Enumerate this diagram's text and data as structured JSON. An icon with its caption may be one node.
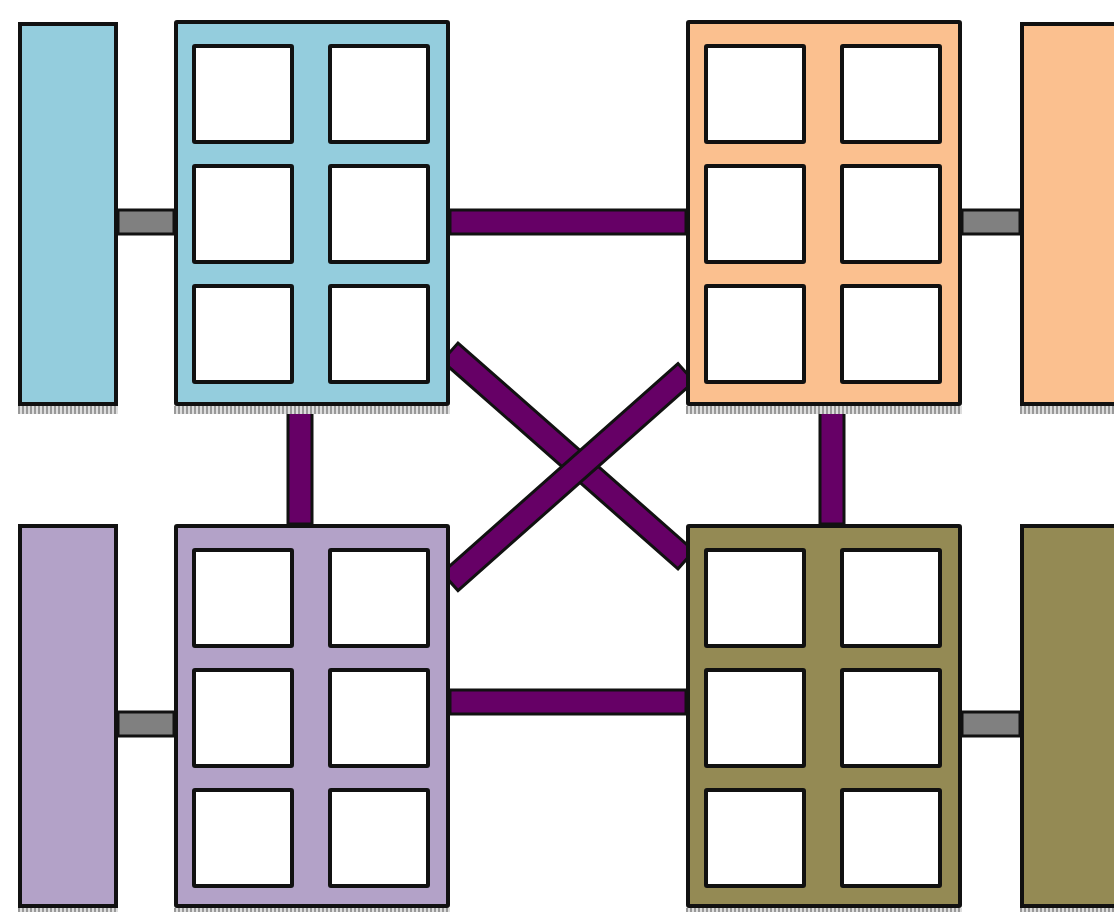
{
  "diagram": {
    "nodes": [
      {
        "text": [],
        "shape": "bar"
      },
      {
        "text": [],
        "shape": "box"
      },
      {
        "text": [],
        "shape": "box",
        "in": 1
      },
      {
        "text": [],
        "shape": "box",
        "in": 1
      },
      {
        "text": [],
        "shape": "box",
        "in": 1
      },
      {
        "text": [],
        "shape": "box",
        "in": 1
      },
      {
        "text": [],
        "shape": "box",
        "in": 1
      },
      {
        "text": [],
        "shape": "box",
        "in": 1
      },
      {
        "text": [],
        "shape": "box"
      },
      {
        "text": [],
        "shape": "box",
        "in": 8
      },
      {
        "text": [],
        "shape": "box",
        "in": 8
      },
      {
        "text": [],
        "shape": "box",
        "in": 8
      },
      {
        "text": [],
        "shape": "box",
        "in": 8
      },
      {
        "text": [],
        "shape": "box",
        "in": 8
      },
      {
        "text": [],
        "shape": "box",
        "in": 8
      },
      {
        "text": [],
        "shape": "bar"
      },
      {
        "text": [],
        "shape": "bar"
      },
      {
        "text": [],
        "shape": "box"
      },
      {
        "text": [],
        "shape": "box",
        "in": 17
      },
      {
        "text": [],
        "shape": "box",
        "in": 17
      },
      {
        "text": [],
        "shape": "box",
        "in": 17
      },
      {
        "text": [],
        "shape": "box",
        "in": 17
      },
      {
        "text": [],
        "shape": "box",
        "in": 17
      },
      {
        "text": [],
        "shape": "box",
        "in": 17
      },
      {
        "text": [],
        "shape": "box"
      },
      {
        "text": [],
        "shape": "box",
        "in": 24
      },
      {
        "text": [],
        "shape": "box",
        "in": 24
      },
      {
        "text": [],
        "shape": "box",
        "in": 24
      },
      {
        "text": [],
        "shape": "box",
        "in": 24
      },
      {
        "text": [],
        "shape": "box",
        "in": 24
      },
      {
        "text": [],
        "shape": "box",
        "in": 24
      },
      {
        "text": [],
        "shape": "bar"
      }
    ],
    "edges": [
      {
        "from": 0,
        "to": 1,
        "arrow": "none",
        "style": "thick",
        "color": "#808080"
      },
      {
        "from": 1,
        "to": 8,
        "arrow": "none",
        "style": "thick"
      },
      {
        "from": 8,
        "to": 15,
        "arrow": "none",
        "style": "thick",
        "color": "#808080"
      },
      {
        "from": 1,
        "to": 17,
        "arrow": "none",
        "style": "thick"
      },
      {
        "from": 1,
        "to": 24,
        "arrow": "none",
        "style": "thick"
      },
      {
        "from": 17,
        "to": 8,
        "arrow": "none",
        "style": "thick"
      },
      {
        "from": 8,
        "to": 24,
        "arrow": "none",
        "style": "thick"
      },
      {
        "from": 16,
        "to": 17,
        "arrow": "none",
        "style": "thick",
        "color": "#808080"
      },
      {
        "from": 17,
        "to": 24,
        "arrow": "none",
        "style": "thick"
      },
      {
        "from": 24,
        "to": 31,
        "arrow": "none",
        "style": "thick",
        "color": "#808080"
      }
    ]
  }
}
